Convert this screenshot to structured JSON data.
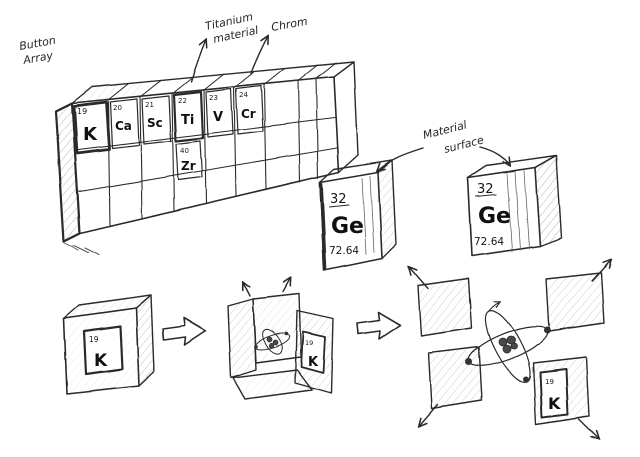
{
  "canvas": {
    "background": "#ffffff",
    "ink": "#2b2b2b"
  },
  "annotations": {
    "button_array_line1": "Button",
    "button_array_line2": "Array",
    "titanium_line1": "Titanium",
    "titanium_line2": "material",
    "chrom": "Chrom",
    "material_surface_line1": "Material",
    "material_surface_line2": "surface"
  },
  "periodic_strip": {
    "elements": [
      {
        "number": "19",
        "symbol": "K"
      },
      {
        "number": "20",
        "symbol": "Ca"
      },
      {
        "number": "21",
        "symbol": "Sc"
      },
      {
        "number": "22",
        "symbol": "Ti"
      },
      {
        "number": "23",
        "symbol": "V"
      },
      {
        "number": "24",
        "symbol": "Cr"
      },
      {
        "number": "40",
        "symbol": "Zr"
      }
    ]
  },
  "ge_cube_left": {
    "number": "32",
    "symbol": "Ge",
    "mass": "72.64"
  },
  "ge_cube_right": {
    "number": "32",
    "symbol": "Ge",
    "mass": "72.64"
  },
  "k_cube": {
    "number": "19",
    "symbol": "K"
  }
}
